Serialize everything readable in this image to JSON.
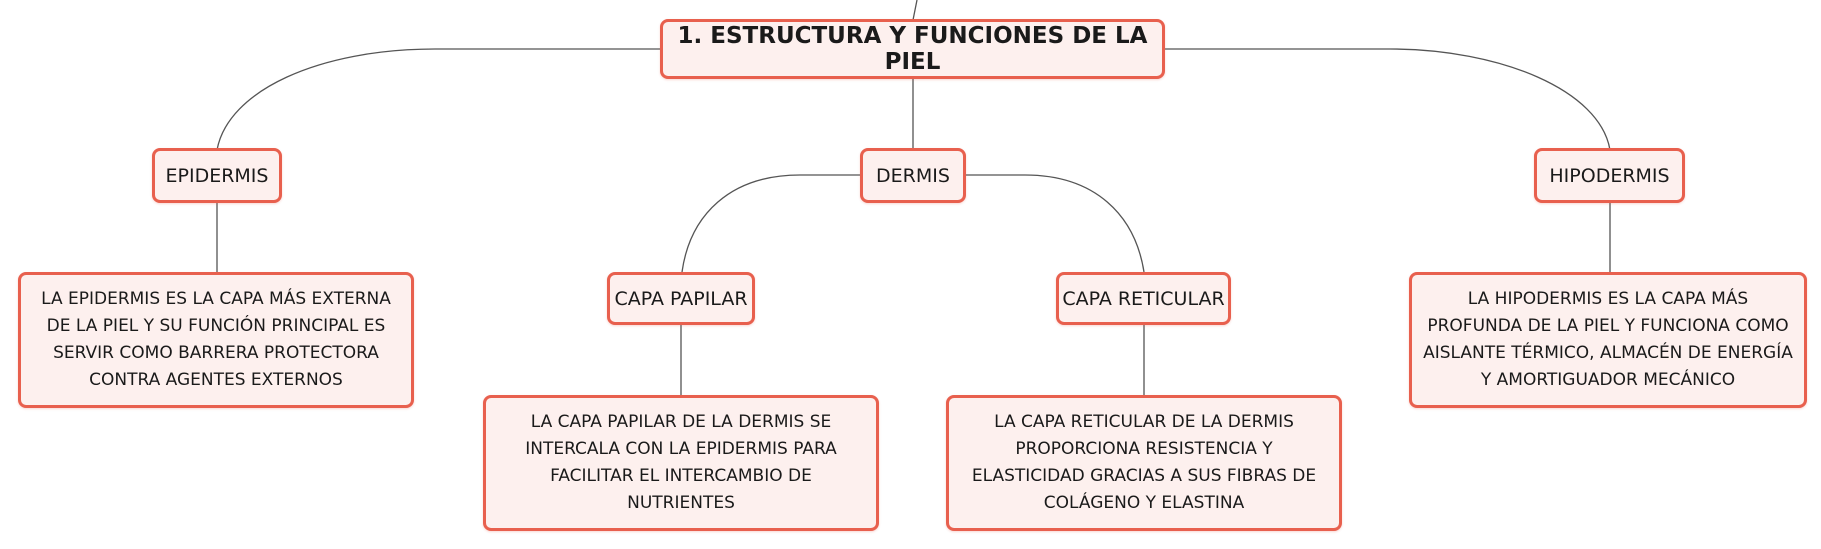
{
  "title": "1. ESTRUCTURA Y FUNCIONES DE LA PIEL",
  "branches": {
    "epidermis": {
      "label": "EPIDERMIS",
      "description": "LA EPIDERMIS ES LA CAPA MÁS EXTERNA DE LA PIEL Y SU FUNCIÓN PRINCIPAL ES SERVIR COMO BARRERA PROTECTORA CONTRA AGENTES EXTERNOS"
    },
    "dermis": {
      "label": "DERMIS",
      "capa_papilar": {
        "label": "CAPA PAPILAR",
        "description": "LA CAPA PAPILAR DE LA DERMIS SE INTERCALA CON LA EPIDERMIS PARA FACILITAR EL INTERCAMBIO DE NUTRIENTES"
      },
      "capa_reticular": {
        "label": "CAPA RETICULAR",
        "description": "LA CAPA RETICULAR DE LA DERMIS PROPORCIONA RESISTENCIA Y ELASTICIDAD GRACIAS A SUS FIBRAS DE COLÁGENO Y ELASTINA"
      }
    },
    "hipodermis": {
      "label": "HIPODERMIS",
      "description": "LA HIPODERMIS ES LA CAPA MÁS PROFUNDA DE LA PIEL Y FUNCIONA COMO AISLANTE TÉRMICO, ALMACÉN DE ENERGÍA Y AMORTIGUADOR MECÁNICO"
    }
  },
  "colors": {
    "node_border": "#e8604e",
    "node_fill": "#fdf0ee",
    "connector": "#555555",
    "text": "#1a1a1a"
  }
}
